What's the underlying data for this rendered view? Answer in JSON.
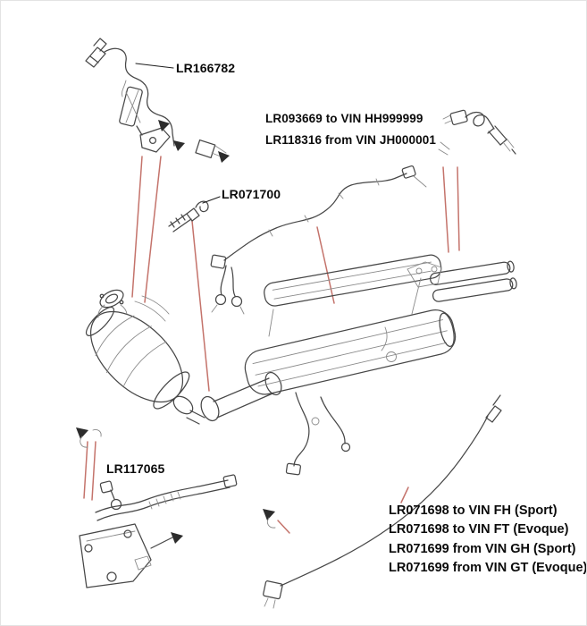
{
  "diagram": {
    "colors": {
      "leader_line": "#c4736b",
      "ink": "#474747",
      "background": "#ffffff"
    },
    "labels": {
      "lr166782": "LR166782",
      "lr093669": "LR093669 to VIN HH999999",
      "lr118316": "LR118316 from VIN JH000001",
      "lr071700": "LR071700",
      "lr117065": "LR117065",
      "egt_variants": [
        "LR071698 to VIN FH (Sport)",
        "LR071698 to VIN FT (Evoque)",
        "LR071699 from VIN GH (Sport)",
        "LR071699 from VIN GT (Evoque)"
      ]
    }
  }
}
